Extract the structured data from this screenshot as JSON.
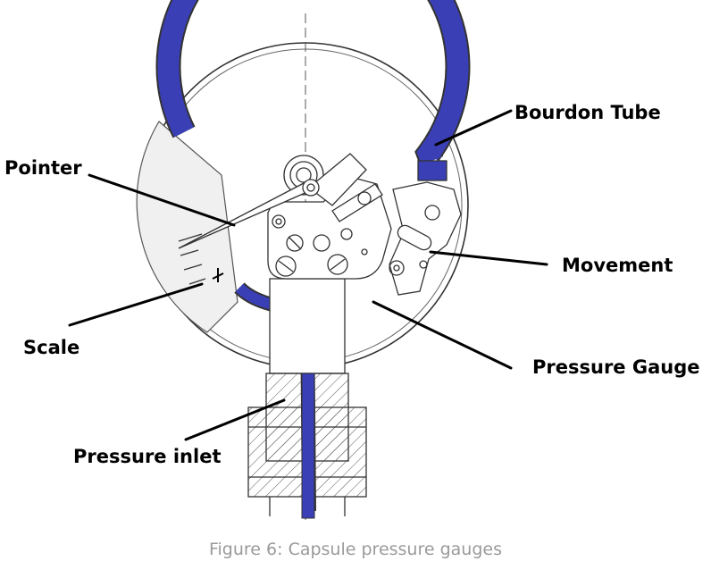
{
  "labels": {
    "bourdon_tube": "Bourdon Tube",
    "pointer": "Pointer",
    "movement": "Movement",
    "scale": "Scale",
    "pressure_gauge": "Pressure Gauge",
    "pressure_inlet": "Pressure inlet"
  },
  "caption": "Figure 6: Capsule pressure gauges",
  "colors": {
    "tube": "#3a3fb5",
    "line": "#333333",
    "caption": "#9a9a9a",
    "scale_fill": "#f0f0f0"
  }
}
